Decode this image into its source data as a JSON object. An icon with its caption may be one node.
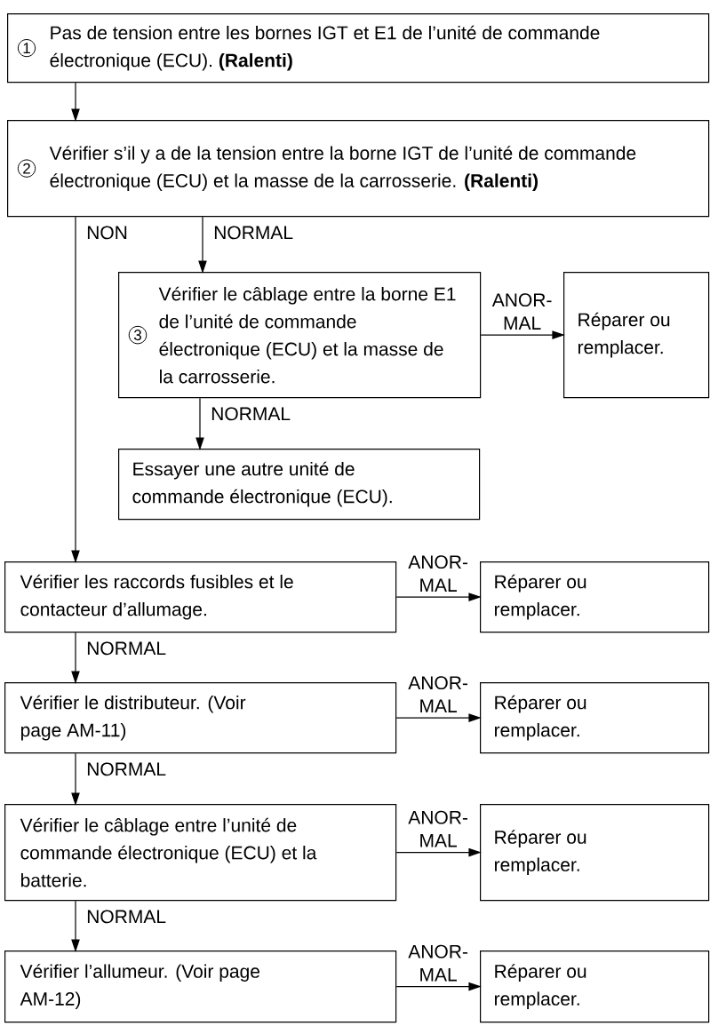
{
  "diagram": {
    "nodes": [
      {
        "text": [
          "1",
          "Pas de tension entre les bornes IGT et E1 de l’unité de commande électronique (ECU). **(Ralenti)**"
        ]
      },
      {
        "text": [
          "2",
          "Vérifier s’il y a de la tension entre la borne IGT de l’unité de commande électronique (ECU) et la masse de la carrosserie. **(Ralenti)**"
        ]
      },
      {
        "text": [
          "3",
          "Vérifier le câblage entre la borne E1 de l’unité de commande électronique (ECU) et la masse de la carrosserie."
        ]
      },
      {
        "text": [
          "Réparer ou remplacer."
        ]
      },
      {
        "text": [
          "Essayer une autre unité de commande électronique (ECU)."
        ]
      },
      {
        "text": [
          "Vérifier les raccords fusibles et le contacteur d’allumage."
        ]
      },
      {
        "text": [
          "Réparer ou remplacer."
        ]
      },
      {
        "text": [
          "Vérifier le distributeur. (Voir page AM-11)"
        ]
      },
      {
        "text": [
          "Réparer ou remplacer."
        ]
      },
      {
        "text": [
          "Vérifier le câblage entre l’unité de commande électronique (ECU) et la batterie."
        ]
      },
      {
        "text": [
          "Réparer ou remplacer."
        ]
      },
      {
        "text": [
          "Vérifier l’allumeur. (Voir page AM-12)"
        ]
      },
      {
        "text": [
          "Réparer ou remplacer."
        ]
      }
    ],
    "edges": [
      {
        "from": 0,
        "to": 1,
        "arrow": "to"
      },
      {
        "from": 1,
        "to": 5,
        "arrow": "to",
        "label": "NON"
      },
      {
        "from": 1,
        "to": 2,
        "arrow": "to",
        "label": "NORMAL"
      },
      {
        "from": 2,
        "to": 3,
        "arrow": "to",
        "label": "ANOR- MAL"
      },
      {
        "from": 2,
        "to": 4,
        "arrow": "to",
        "label": "NORMAL"
      },
      {
        "from": 5,
        "to": 6,
        "arrow": "to",
        "label": "ANOR- MAL"
      },
      {
        "from": 5,
        "to": 7,
        "arrow": "to",
        "label": "NORMAL"
      },
      {
        "from": 7,
        "to": 8,
        "arrow": "to",
        "label": "ANOR- MAL"
      },
      {
        "from": 7,
        "to": 9,
        "arrow": "to",
        "label": "NORMAL"
      },
      {
        "from": 9,
        "to": 10,
        "arrow": "to",
        "label": "ANOR- MAL"
      },
      {
        "from": 9,
        "to": 11,
        "arrow": "to",
        "label": "NORMAL"
      },
      {
        "from": 11,
        "to": 12,
        "arrow": "to",
        "label": "ANOR- MAL"
      }
    ]
  }
}
